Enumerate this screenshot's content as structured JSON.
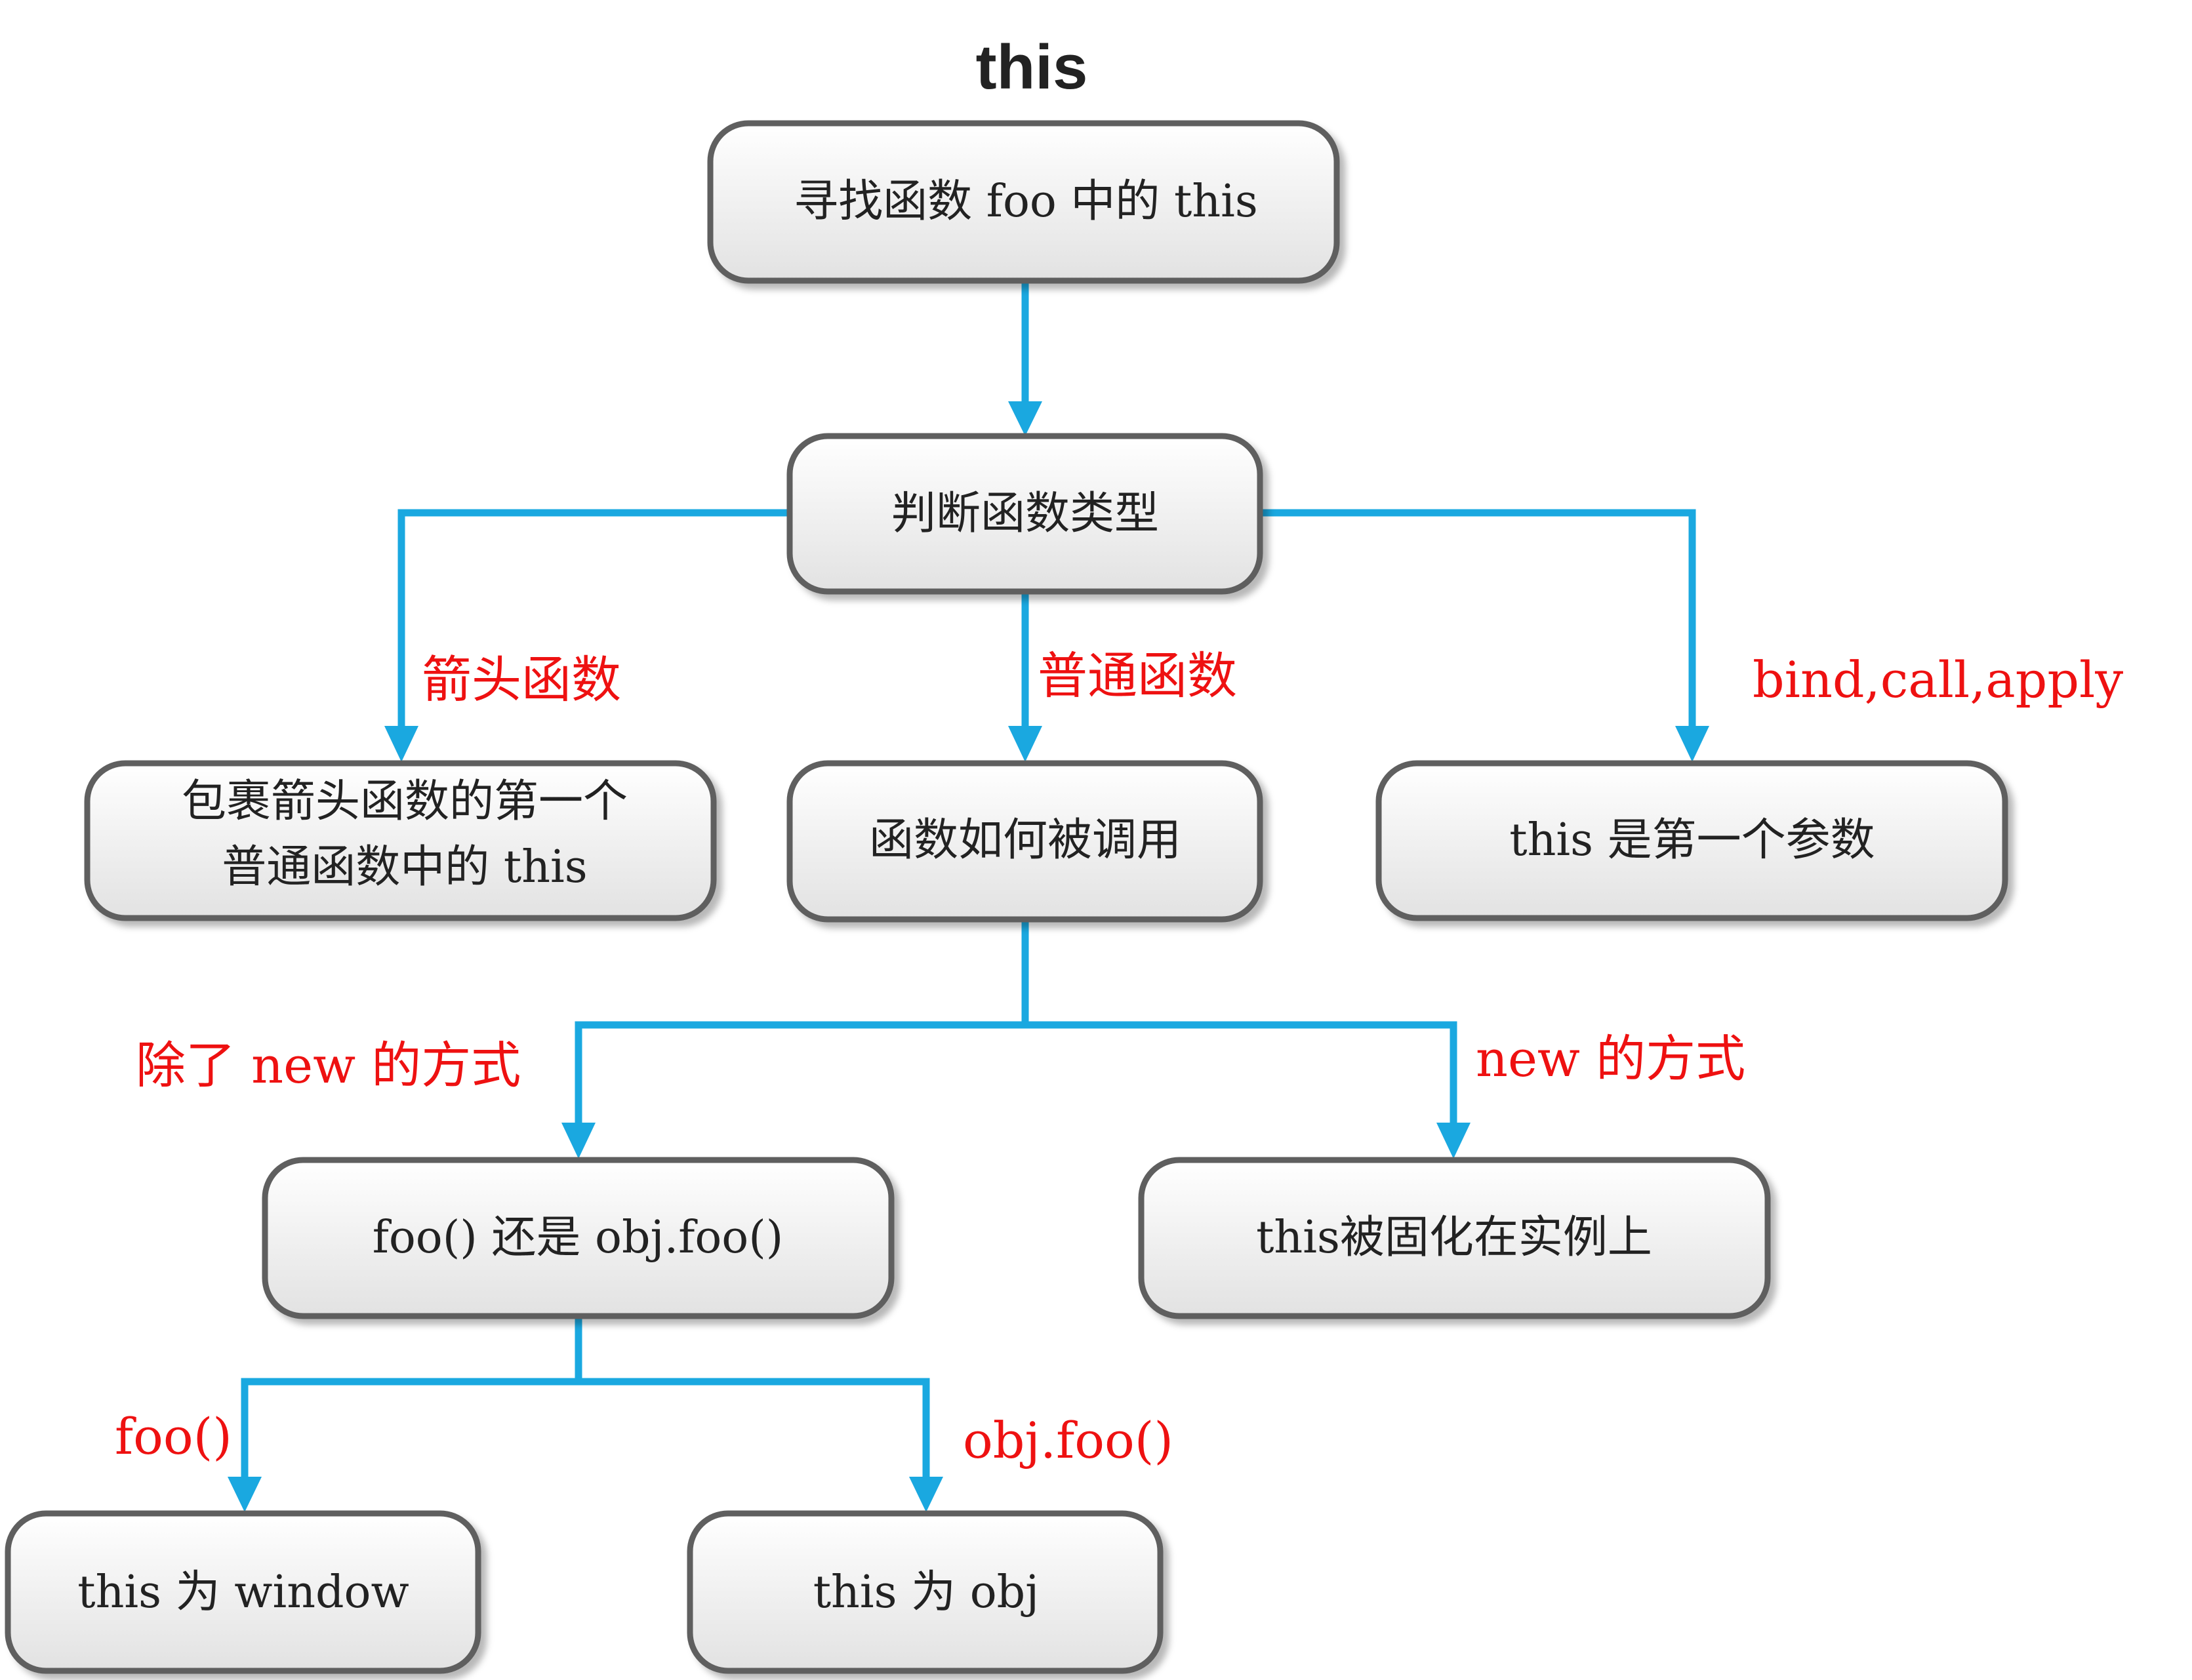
{
  "title": "this",
  "nodes": {
    "find_this": "寻找函数 foo 中的 this",
    "judge_type": "判断函数类型",
    "arrow_result_line1": "包裹箭头函数的第一个",
    "arrow_result_line2": "普通函数中的 this",
    "how_called": "函数如何被调用",
    "bind_result": "this 是第一个参数",
    "call_form": "foo() 还是 obj.foo()",
    "new_result": "this被固化在实例上",
    "window_result": "this 为 window",
    "obj_result": "this 为 obj"
  },
  "edge_labels": {
    "arrow_fn": "箭头函数",
    "normal_fn": "普通函数",
    "bind_call_apply": "bind,call,apply",
    "not_new": "除了 new 的方式",
    "new_way": "new 的方式",
    "plain_call": "foo()",
    "method_call": "obj.foo()"
  },
  "colors": {
    "connector": "#1aa8e0",
    "label": "#ee1111",
    "node_border": "#5e5e5e"
  }
}
